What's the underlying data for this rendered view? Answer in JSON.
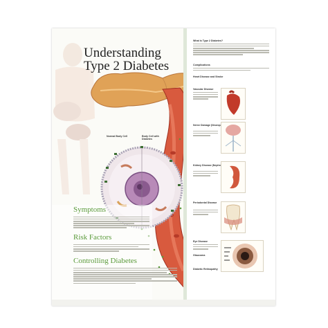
{
  "poster": {
    "title_line1": "Understanding",
    "title_line2": "Type 2 Diabetes",
    "cell_labels": {
      "normal": "Normal Body Cell",
      "diabetic": "Body Cell with Diabetes"
    },
    "sections": {
      "symptoms": "Symptoms",
      "risk_factors": "Risk Factors",
      "controlling": "Controlling Diabetes"
    },
    "sidebar": {
      "what_is": "What is Type 2 Diabetes?",
      "complications": "Complications",
      "items": [
        "Heart Disease and Stroke",
        "Vascular Disease",
        "Nerve Damage (Neuropathy)",
        "Kidney Disease (Nephropathy)",
        "Periodontal Disease",
        "Eye Disease",
        "Glaucoma",
        "Diabetic Retinopathy"
      ]
    },
    "colors": {
      "pancreas": "#e0a257",
      "vessel": "#c8462e",
      "green_accent": "#5a9a3a",
      "cell_purple": "#8a5a8e"
    }
  }
}
